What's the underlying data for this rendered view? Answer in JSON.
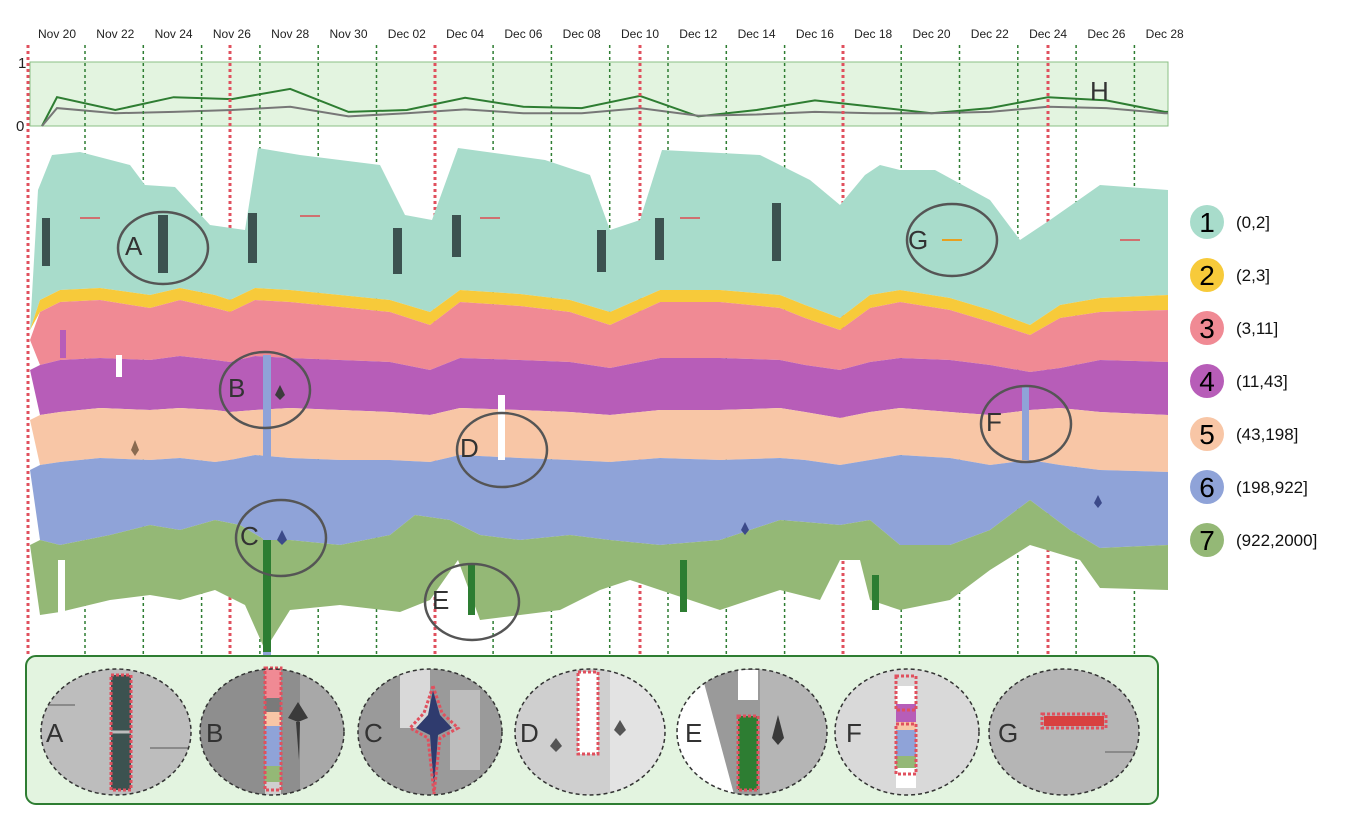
{
  "chart_data": {
    "type": "area",
    "x": [
      "Nov 20",
      "Nov 22",
      "Nov 24",
      "Nov 26",
      "Nov 28",
      "Nov 30",
      "Dec 02",
      "Dec 04",
      "Dec 06",
      "Dec 08",
      "Dec 10",
      "Dec 12",
      "Dec 14",
      "Dec 16",
      "Dec 18",
      "Dec 20",
      "Dec 22",
      "Dec 24",
      "Dec 26",
      "Dec 28"
    ],
    "top_panel": {
      "label": "H",
      "ylim": [
        0,
        1
      ],
      "tick_labels": [
        "1",
        "0"
      ],
      "series": [
        {
          "color": "#2e7d32",
          "values": [
            0.45,
            0.25,
            0.45,
            0.42,
            0.58,
            0.22,
            0.25,
            0.44,
            0.3,
            0.28,
            0.47,
            0.15,
            0.25,
            0.4,
            0.3,
            0.2,
            0.28,
            0.45,
            0.4,
            0.22
          ]
        },
        {
          "color": "#777777",
          "values": [
            0.28,
            0.2,
            0.22,
            0.25,
            0.3,
            0.15,
            0.2,
            0.26,
            0.2,
            0.2,
            0.28,
            0.16,
            0.18,
            0.22,
            0.2,
            0.2,
            0.22,
            0.3,
            0.28,
            0.2
          ]
        }
      ]
    },
    "legend": [
      {
        "num": "1",
        "range": "(0,2]",
        "color": "#a8dccb"
      },
      {
        "num": "2",
        "range": "(2,3]",
        "color": "#f7ca3a"
      },
      {
        "num": "3",
        "range": "(3,11]",
        "color": "#f08a94"
      },
      {
        "num": "4",
        "range": "(11,43]",
        "color": "#b75db8"
      },
      {
        "num": "5",
        "range": "(43,198]",
        "color": "#f8c6a6"
      },
      {
        "num": "6",
        "range": "(198,922]",
        "color": "#8fa3d8"
      },
      {
        "num": "7",
        "range": "(922,2000]",
        "color": "#94b876"
      }
    ],
    "markers": [
      "A",
      "B",
      "C",
      "D",
      "E",
      "F",
      "G"
    ],
    "insets": [
      "A",
      "B",
      "C",
      "D",
      "E",
      "F",
      "G"
    ]
  }
}
